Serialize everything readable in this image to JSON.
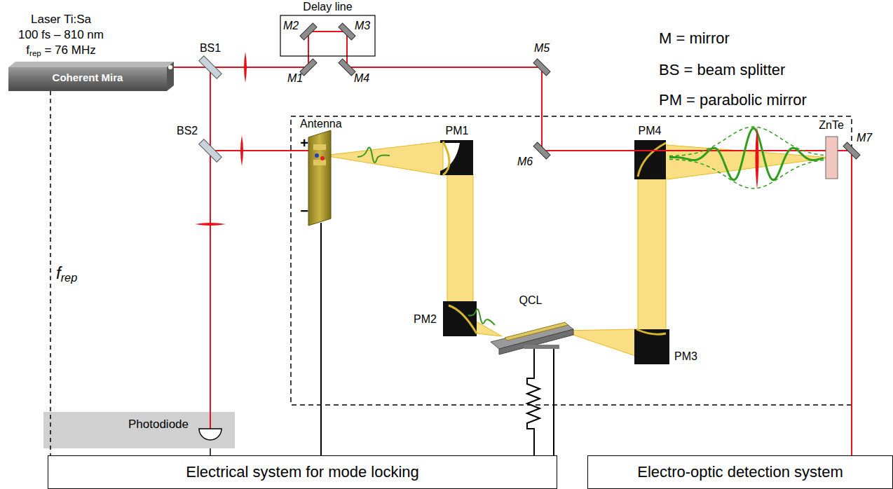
{
  "diagram": {
    "nodes": [
      {
        "text": [
          "Laser Ti:Sa",
          "100 fs – 810 nm",
          "frep = 76 MHz",
          "Coherent Mira"
        ]
      },
      {
        "text": [
          "Delay line"
        ]
      },
      {
        "text": [
          "Photodiode"
        ]
      },
      {
        "text": [
          "Electrical system for mode locking"
        ]
      },
      {
        "text": [
          "Electro-optic detection system"
        ]
      }
    ],
    "edges": [
      {
        "from": 0,
        "to": 3,
        "label": "frep",
        "arrow": "none"
      },
      {
        "from": 2,
        "to": 3,
        "arrow": "none"
      }
    ],
    "labels": [
      "M = mirror",
      "BS = beam splitter",
      "PM = parabolic mirror",
      "BS1",
      "BS2",
      "M1",
      "M2",
      "M3",
      "M4",
      "M5",
      "M6",
      "M7",
      "Antenna",
      "PM1",
      "PM2",
      "PM3",
      "PM4",
      "QCL",
      "ZnTe",
      "+",
      "−"
    ]
  }
}
